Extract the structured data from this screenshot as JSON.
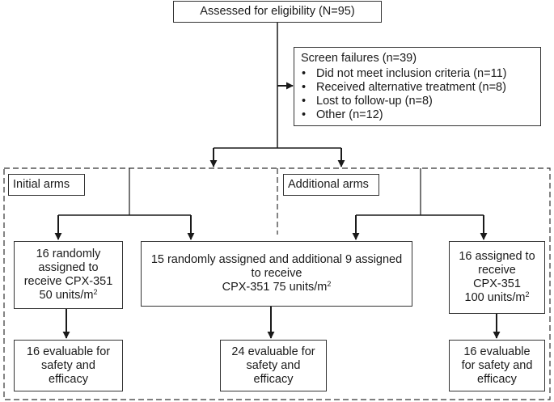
{
  "eligibility": {
    "text": "Assessed for eligibility (N=95)"
  },
  "screen_failures": {
    "title": "Screen failures (n=39)",
    "items": [
      "Did not meet inclusion criteria (n=11)",
      "Received alternative treatment (n=8)",
      "Lost to follow-up (n=8)",
      "Other (n=12)"
    ]
  },
  "groups": {
    "initial": "Initial arms",
    "additional": "Additional arms"
  },
  "arms": {
    "arm50": {
      "line1": "16 randomly",
      "line2": "assigned to",
      "line3": "receive CPX-351",
      "dose": "50 units/m",
      "exp": "2"
    },
    "arm75": {
      "line1": "15 randomly assigned and additional 9 assigned",
      "line2": "to receive",
      "dose": "CPX-351 75 units/m",
      "exp": "2"
    },
    "arm100": {
      "line1": "16 assigned to",
      "line2": "receive",
      "line3": "CPX-351",
      "dose": "100 units/m",
      "exp": "2"
    }
  },
  "outcomes": {
    "arm50": [
      "16 evaluable for",
      "safety and",
      "efficacy"
    ],
    "arm75": [
      "24 evaluable for",
      "safety and",
      "efficacy"
    ],
    "arm100": [
      "16 evaluable",
      "for safety and",
      "efficacy"
    ]
  }
}
